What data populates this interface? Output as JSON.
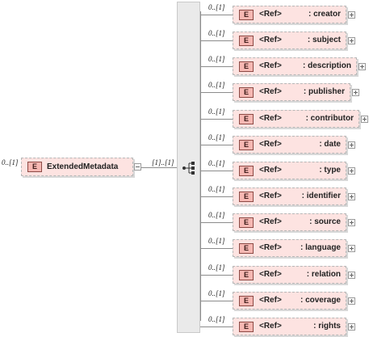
{
  "root": {
    "badge": "E",
    "name": "ExtendedMetadata",
    "multiplicity": "0..[1]",
    "sequence_multiplicity": "[1]..[1]"
  },
  "children": [
    {
      "badge": "E",
      "ref": "<Ref>",
      "name": ": creator",
      "multiplicity": "0..[1]"
    },
    {
      "badge": "E",
      "ref": "<Ref>",
      "name": ": subject",
      "multiplicity": "0..[1]"
    },
    {
      "badge": "E",
      "ref": "<Ref>",
      "name": ": description",
      "multiplicity": "0..[1]"
    },
    {
      "badge": "E",
      "ref": "<Ref>",
      "name": ": publisher",
      "multiplicity": "0..[1]"
    },
    {
      "badge": "E",
      "ref": "<Ref>",
      "name": ": contributor",
      "multiplicity": "0..[1]"
    },
    {
      "badge": "E",
      "ref": "<Ref>",
      "name": ": date",
      "multiplicity": "0..[1]"
    },
    {
      "badge": "E",
      "ref": "<Ref>",
      "name": ": type",
      "multiplicity": "0..[1]"
    },
    {
      "badge": "E",
      "ref": "<Ref>",
      "name": ": identifier",
      "multiplicity": "0..[1]"
    },
    {
      "badge": "E",
      "ref": "<Ref>",
      "name": ": source",
      "multiplicity": "0..[1]"
    },
    {
      "badge": "E",
      "ref": "<Ref>",
      "name": ": language",
      "multiplicity": "0..[1]"
    },
    {
      "badge": "E",
      "ref": "<Ref>",
      "name": ": relation",
      "multiplicity": "0..[1]"
    },
    {
      "badge": "E",
      "ref": "<Ref>",
      "name": ": coverage",
      "multiplicity": "0..[1]"
    },
    {
      "badge": "E",
      "ref": "<Ref>",
      "name": ": rights",
      "multiplicity": "0..[1]"
    }
  ]
}
